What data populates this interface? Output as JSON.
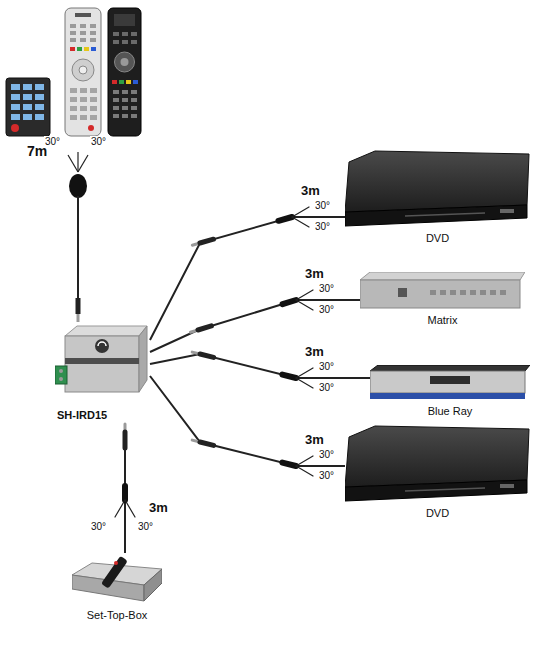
{
  "diagram": {
    "nodes": [
      {
        "text": [
          "SH-IRD15"
        ]
      },
      {
        "text": [
          "DVD"
        ]
      },
      {
        "text": [
          "Matrix"
        ]
      },
      {
        "text": [
          "Blue Ray"
        ]
      },
      {
        "text": [
          "DVD"
        ]
      },
      {
        "text": [
          "Set-Top-Box"
        ]
      }
    ],
    "edges": [
      {
        "from": 0,
        "to": 1,
        "arrow": "none"
      },
      {
        "from": 0,
        "to": 2,
        "arrow": "none"
      },
      {
        "from": 0,
        "to": 3,
        "arrow": "none"
      },
      {
        "from": 0,
        "to": 4,
        "arrow": "none"
      },
      {
        "from": 0,
        "to": 5,
        "arrow": "none"
      }
    ],
    "labels": [
      "7m",
      "30°",
      "30°",
      "3m",
      "30°",
      "30°",
      "3m",
      "30°",
      "30°",
      "3m",
      "30°",
      "30°",
      "3m",
      "30°",
      "30°",
      "3m",
      "30°",
      "30°"
    ]
  }
}
